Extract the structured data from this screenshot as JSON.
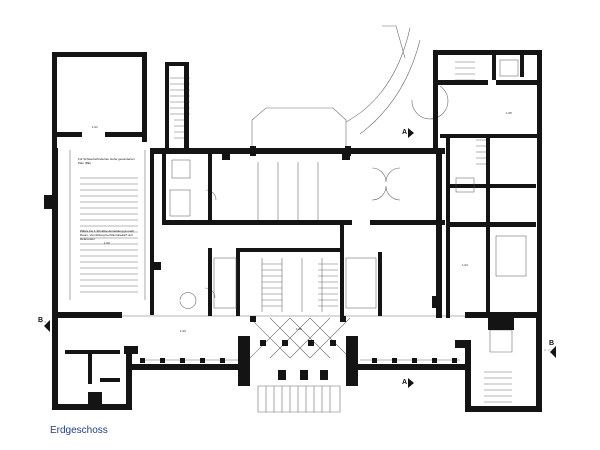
{
  "caption": "Erdgeschoss",
  "section_markers": {
    "a_top": "A",
    "a_bottom": "A",
    "b_left": "B",
    "b_right": "B"
  },
  "room_numbers": {
    "hall": "1.01",
    "lecture": "1.02",
    "foyer": "1.03",
    "east_room": "1.04",
    "northeast": "1.05",
    "entrance": "1.06"
  },
  "notes": {
    "lecture_upper": "Für Schwerbehinderten siehe gesonderten Plan (BE)",
    "lecture_lower": "Plätze bis 1.30 Höhe Anmeldung je nach Raum, Vermittlung bei Raumbedarf und Referenten"
  },
  "colors": {
    "wall": "#141414",
    "line": "#6e6e6e",
    "caption": "#1f3f8a"
  }
}
